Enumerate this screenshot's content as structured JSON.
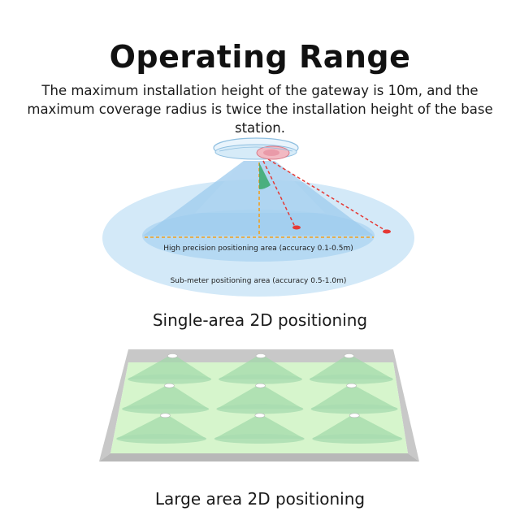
{
  "title": "Operating Range",
  "subtitle": "The maximum installation height of the gateway is 10m, and the maximum coverage radius is twice the installation height of the base station.",
  "diagram1": {
    "inner_label": "High precision positioning area (accuracy 0.1-0.5m)",
    "outer_label": "Sub-meter positioning area (accuracy 0.5-1.0m)",
    "caption": "Single-area 2D positioning"
  },
  "diagram2": {
    "rows": 3,
    "cols": 3,
    "caption": "Large area 2D positioning"
  },
  "colors": {
    "outer_zone": "#cfe6f7",
    "inner_zone": "#a9d2f1",
    "beam": "#8fc4ec",
    "floor": "#d4f5c9",
    "wall": "#c8c8c8",
    "guide_line": "#f0a020",
    "ray": "#e53935"
  }
}
